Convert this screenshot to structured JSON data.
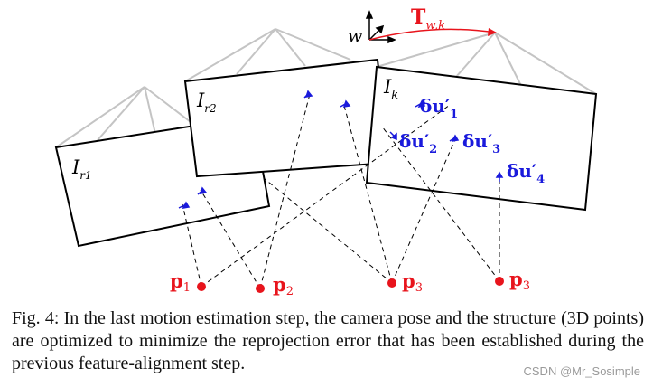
{
  "figure": {
    "labels": {
      "frame": "w",
      "transform": "T",
      "transform_sub": "w,k",
      "I_r1": "I",
      "I_r1_sub": "r1",
      "I_r2": "I",
      "I_r2_sub": "r2",
      "I_k": "I",
      "I_k_sub": "k",
      "du1": "δu",
      "du1_sub": "1",
      "du2": "δu",
      "du2_sub": "2",
      "du3": "δu",
      "du3_sub": "3",
      "du4": "δu",
      "du4_sub": "4",
      "p1": "p",
      "p1_sub": "1",
      "p2": "p",
      "p2_sub": "2",
      "p3a": "p",
      "p3a_sub": "3",
      "p3b": "p",
      "p3b_sub": "3"
    },
    "colors": {
      "red": "#e8141c",
      "blue": "#1a1adc",
      "gray": "#c4c4c4",
      "black": "#000000"
    }
  },
  "caption": "Fig. 4: In the last motion estimation step, the camera pose and the structure (3D points) are optimized to minimize the reprojection error that has been established during the previous feature-alignment step.",
  "watermark": "CSDN @Mr_Sosimple"
}
